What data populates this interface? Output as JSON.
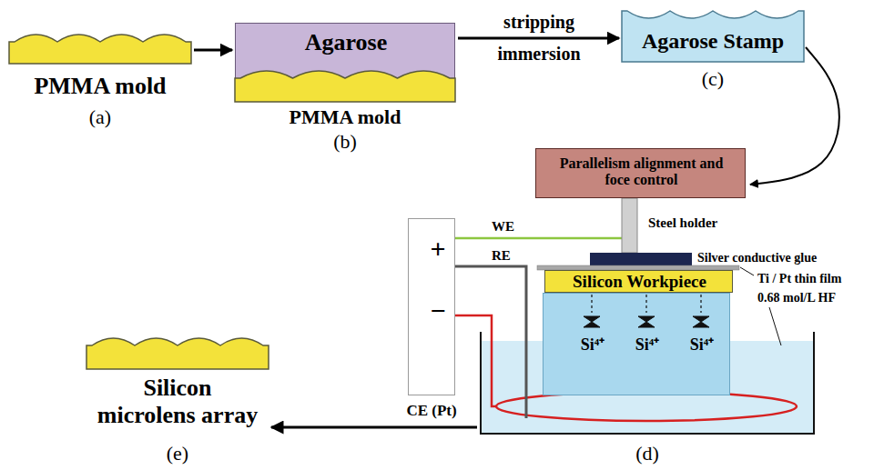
{
  "diagram": {
    "nodes": [
      {
        "text": [
          "PMMA mold"
        ]
      },
      {
        "text": [
          "Agarose"
        ]
      },
      {
        "text": [
          "PMMA mold"
        ]
      },
      {
        "text": [
          "Agarose Stamp"
        ]
      },
      {
        "text": [
          "Parallelism alignment and foce control"
        ]
      },
      {
        "text": [
          "Silicon Workpiece"
        ]
      },
      {
        "text": [
          "Si⁴⁺",
          "Si⁴⁺",
          "Si⁴⁺"
        ]
      },
      {
        "text": [
          "+",
          "−"
        ]
      },
      {
        "text": [
          "0.68 mol/L HF"
        ]
      },
      {
        "text": [
          "Silicon microlens array"
        ]
      }
    ],
    "edges": [
      {
        "from": 0,
        "to": 1,
        "arrow": "to"
      },
      {
        "from": 1,
        "to": 3,
        "arrow": "to",
        "label": "stripping"
      },
      {
        "from": 3,
        "to": 4,
        "arrow": "to"
      },
      {
        "from": 8,
        "to": 9,
        "arrow": "to"
      }
    ],
    "labels": [
      "(a)",
      "(b)",
      "immersion",
      "(c)",
      "Steel holder",
      "Silver conductive glue",
      "Ti / Pt thin film",
      "WE",
      "RE",
      "CE (Pt)",
      "(d)",
      "(e)"
    ]
  }
}
